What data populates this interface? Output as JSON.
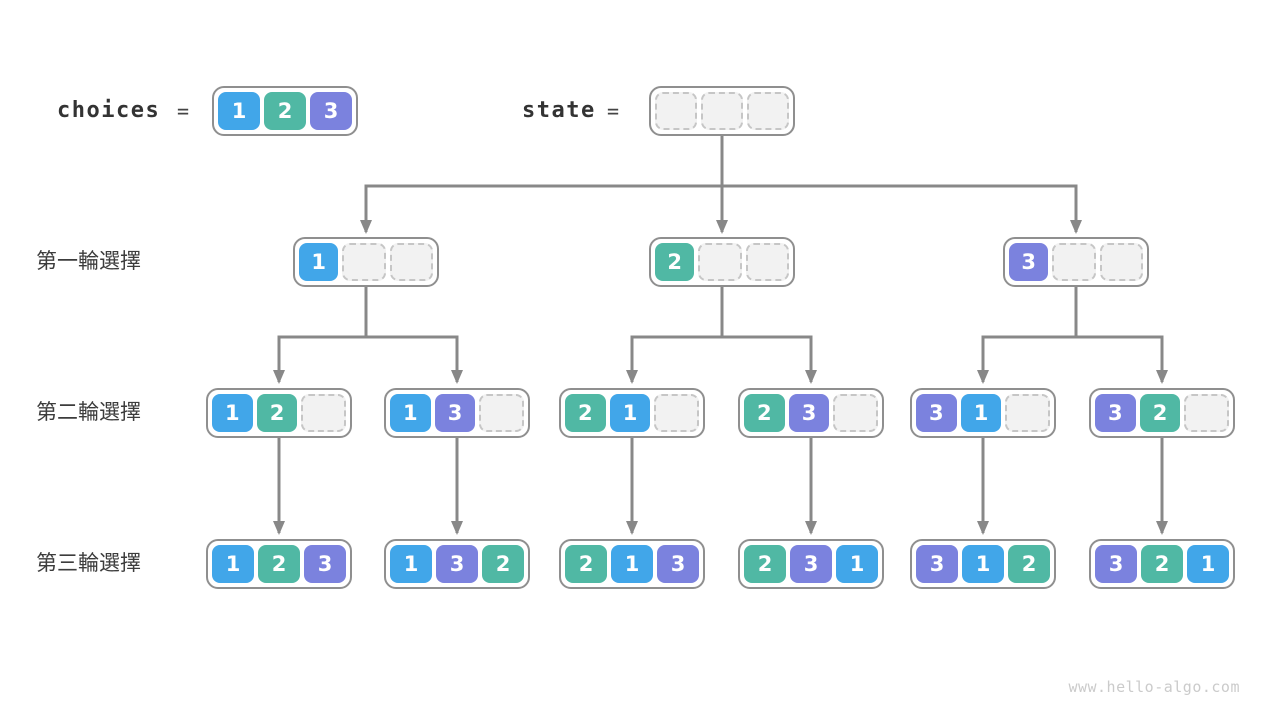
{
  "header": {
    "choices_label": "choices",
    "choices_equals": "=",
    "choices_values": [
      "1",
      "2",
      "3"
    ],
    "state_label": "state",
    "state_equals": "=",
    "state_values": [
      "",
      "",
      ""
    ]
  },
  "round_labels": [
    "第一輪選擇",
    "第二輪選擇",
    "第三輪選擇"
  ],
  "tree": {
    "level1": [
      [
        "1",
        "",
        ""
      ],
      [
        "2",
        "",
        ""
      ],
      [
        "3",
        "",
        ""
      ]
    ],
    "level2": [
      [
        "1",
        "2",
        ""
      ],
      [
        "1",
        "3",
        ""
      ],
      [
        "2",
        "1",
        ""
      ],
      [
        "2",
        "3",
        ""
      ],
      [
        "3",
        "1",
        ""
      ],
      [
        "3",
        "2",
        ""
      ]
    ],
    "level3": [
      [
        "1",
        "2",
        "3"
      ],
      [
        "1",
        "3",
        "2"
      ],
      [
        "2",
        "1",
        "3"
      ],
      [
        "2",
        "3",
        "1"
      ],
      [
        "3",
        "1",
        "2"
      ],
      [
        "3",
        "2",
        "1"
      ]
    ]
  },
  "palette": {
    "1": "#41A6E9",
    "2": "#50B8A4",
    "3": "#7B82DE"
  },
  "colors": {
    "empty_fill": "#F2F2F2",
    "empty_border": "#C6C6C6",
    "node_border": "#8F8F8F",
    "arrow": "#888888",
    "label_text": "#3C3C3C",
    "code_text": "#333333",
    "watermark_text": "#CBCBCB",
    "background": "#FFFFFF"
  },
  "watermark": "www.hello-algo.com"
}
